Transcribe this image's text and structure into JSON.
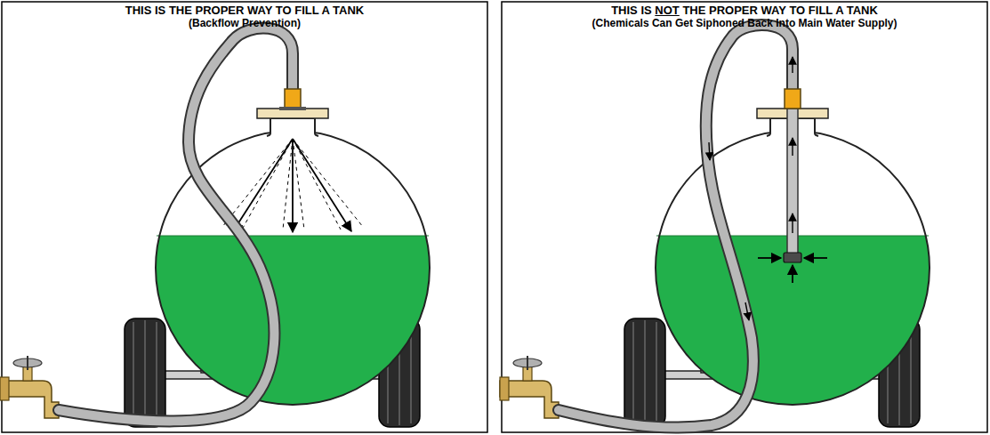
{
  "diagram": {
    "labels": [
      "THIS IS THE PROPER WAY TO FILL A TANK",
      "(Backflow Prevention)",
      "THIS IS NOT THE PROPER WAY TO FILL A TANK",
      "(Chemicals Can Get Siphoned Back Into Main Water Supply)"
    ]
  }
}
